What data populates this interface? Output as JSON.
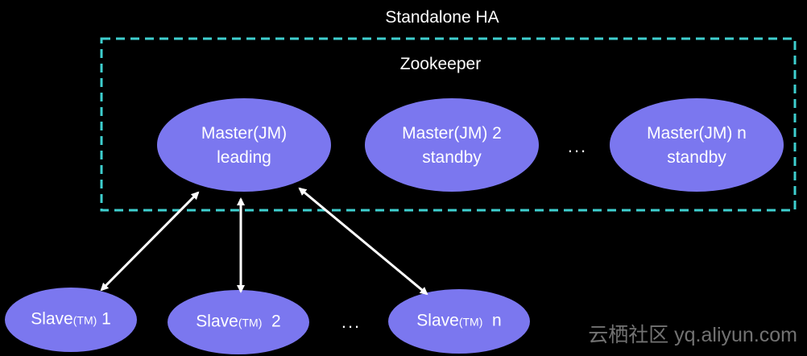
{
  "title": "Standalone HA",
  "zookeeper": {
    "label": "Zookeeper",
    "border_color": "#3ecfcf"
  },
  "colors": {
    "node_fill": "#7b77ef",
    "arrow": "#ffffff",
    "text": "#ffffff"
  },
  "masters": [
    {
      "line1": "Master(JM)",
      "line2": "leading"
    },
    {
      "line1": "Master(JM) 2",
      "line2": "standby"
    },
    {
      "line1": "Master(JM) n",
      "line2": "standby"
    }
  ],
  "masters_ellipsis": "...",
  "slaves": [
    {
      "prefix": "Slave",
      "tm": "(TM)",
      "suffix": " 1"
    },
    {
      "prefix": "Slave",
      "tm": "(TM)",
      "suffix": "  2"
    },
    {
      "prefix": "Slave",
      "tm": "(TM)",
      "suffix": "  n"
    }
  ],
  "slaves_ellipsis": "...",
  "watermark": "云栖社区 yq.aliyun.com"
}
